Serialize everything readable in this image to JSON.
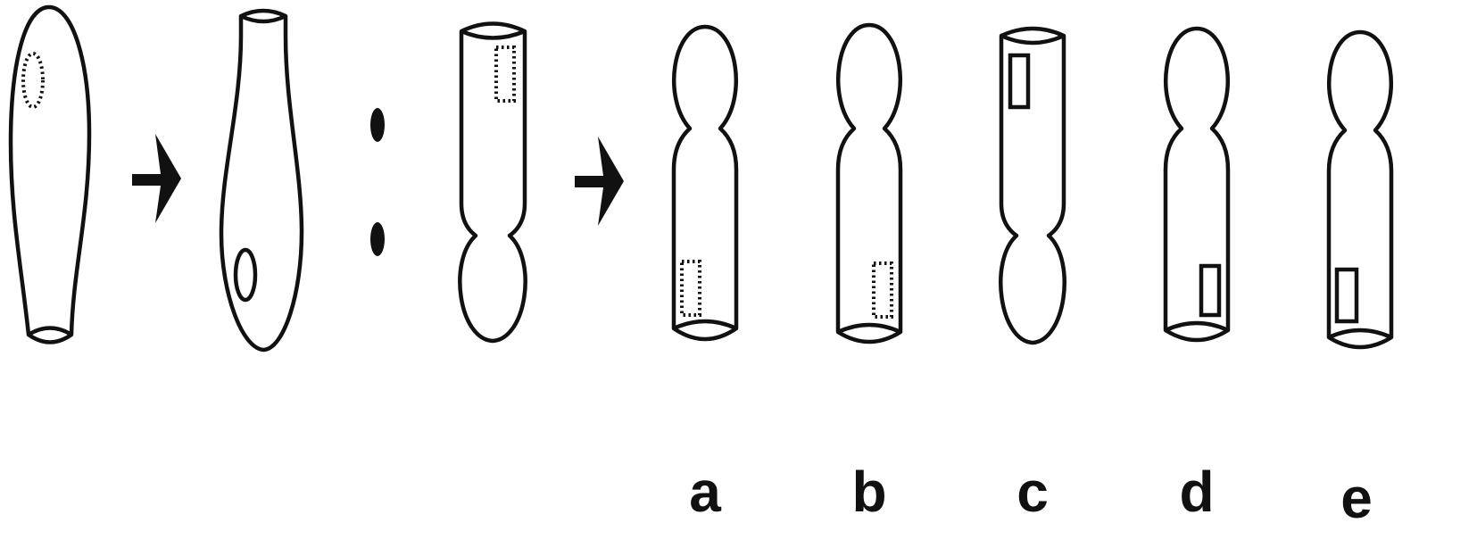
{
  "options": [
    {
      "label": "a"
    },
    {
      "label": "b"
    },
    {
      "label": "c"
    },
    {
      "label": "d"
    },
    {
      "label": "e"
    }
  ],
  "colors": {
    "stroke": "#111111",
    "background": "#ffffff"
  }
}
